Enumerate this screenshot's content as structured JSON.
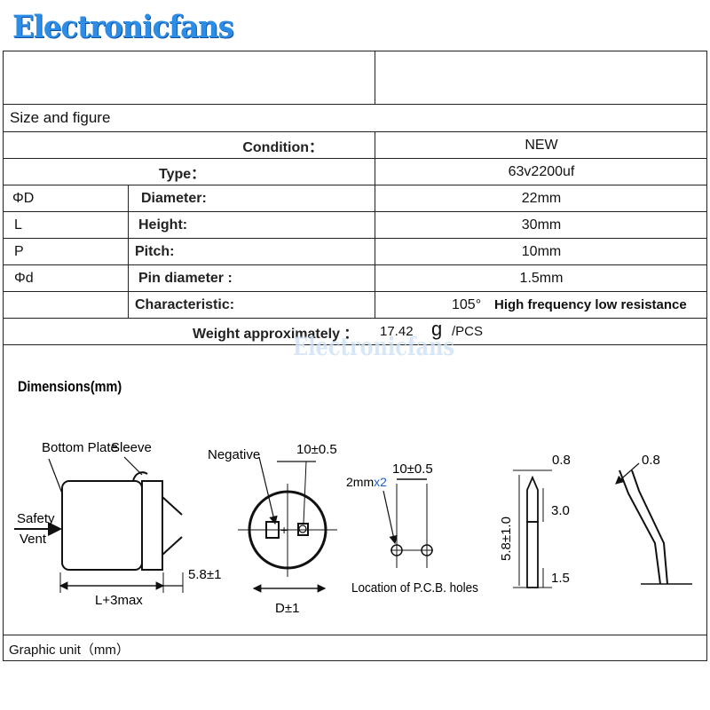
{
  "brand": {
    "name": "Electronicfans"
  },
  "table": {
    "section_title": "Size and figure",
    "condition": {
      "label": "Condition：",
      "value": "NEW"
    },
    "type": {
      "label": "Type：",
      "value": "63v2200uf"
    },
    "specs": [
      {
        "symbol": "ΦD",
        "label": "Diameter:",
        "value": "22mm"
      },
      {
        "symbol": "L",
        "label": "Height:",
        "value": "30mm"
      },
      {
        "symbol": "P",
        "label": "Pitch:",
        "value": "10mm"
      },
      {
        "symbol": "Φd",
        "label": "Pin diameter :",
        "value": "1.5mm"
      },
      {
        "symbol": "",
        "label": "Characteristic:",
        "value_temp": "105°",
        "value_desc": "High frequency low resistance"
      }
    ],
    "weight": {
      "label": "Weight approximately ：",
      "number": "17.42",
      "unit": "g",
      "suffix": "/PCS"
    }
  },
  "drawing": {
    "title": "Dimensions(mm)",
    "labels": {
      "bottom_plate": "Bottom Plate",
      "sleeve": "Sleeve",
      "safety": "Safety",
      "vent": "Vent",
      "l_max": "L+3max",
      "lead_len": "5.8±1",
      "negative": "Negative",
      "pitch_top": "10±0.5",
      "d_dim": "D±1",
      "hole_size_a": "2mm",
      "hole_size_b": "x2",
      "pitch_pcb": "10±0.5",
      "pcb_caption": "Location of P.C.B. holes",
      "pin_w": "0.8",
      "pin_tip": "3.0",
      "pin_len": "5.8±1.0",
      "pin_base": "1.5",
      "pin2_w": "0.8"
    },
    "colors": {
      "accent_blue": "#1a5fd0"
    }
  },
  "footer": {
    "graphic_unit": "Graphic unit（mm）"
  }
}
